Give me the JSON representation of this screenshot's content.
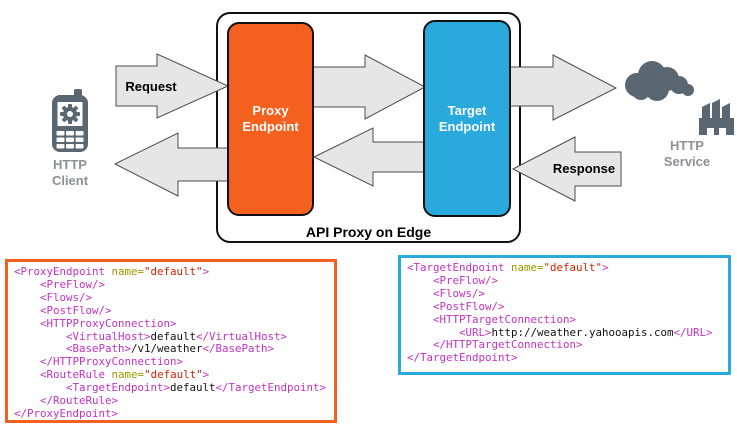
{
  "colors": {
    "orange": "#F4611E",
    "blue": "#29A9DC",
    "icon_gray": "#5A6672",
    "label_gray": "#8C9196",
    "arrow_fill": "#E6E6E6",
    "arrow_stroke": "#4D4D4D",
    "box_stroke": "#111111",
    "code_tag": "#C232C2",
    "code_attr": "#999900",
    "code_value": "#CC2200",
    "code_text": "#111111"
  },
  "icons": {
    "client": "mobile-phone-gear-icon",
    "service": "factory-smoke-cloud-icon"
  },
  "diagram": {
    "container_label": "API Proxy on Edge",
    "request_label": "Request",
    "response_label": "Response",
    "proxy_box": {
      "line1": "Proxy",
      "line2": "Endpoint"
    },
    "target_box": {
      "line1": "Target",
      "line2": "Endpoint"
    },
    "client": {
      "line1": "HTTP",
      "line2": "Client"
    },
    "service": {
      "line1": "HTTP",
      "line2": "Service"
    }
  },
  "code_blocks": {
    "proxy": {
      "lines": [
        [
          [
            "tag",
            "<ProxyEndpoint"
          ],
          [
            "plain",
            " "
          ],
          [
            "attr",
            "name="
          ],
          [
            "val",
            "\"default\""
          ],
          [
            "tag",
            ">"
          ]
        ],
        [
          [
            "plain",
            "    "
          ],
          [
            "tag",
            "<PreFlow/>"
          ]
        ],
        [
          [
            "plain",
            "    "
          ],
          [
            "tag",
            "<Flows/>"
          ]
        ],
        [
          [
            "plain",
            "    "
          ],
          [
            "tag",
            "<PostFlow/>"
          ]
        ],
        [
          [
            "plain",
            "    "
          ],
          [
            "tag",
            "<HTTPProxyConnection>"
          ]
        ],
        [
          [
            "plain",
            "        "
          ],
          [
            "tag",
            "<VirtualHost>"
          ],
          [
            "plain",
            "default"
          ],
          [
            "tag",
            "</VirtualHost>"
          ]
        ],
        [
          [
            "plain",
            "        "
          ],
          [
            "tag",
            "<BasePath>"
          ],
          [
            "plain",
            "/v1/weather"
          ],
          [
            "tag",
            "</BasePath>"
          ]
        ],
        [
          [
            "plain",
            "    "
          ],
          [
            "tag",
            "</HTTPProxyConnection>"
          ]
        ],
        [
          [
            "plain",
            "    "
          ],
          [
            "tag",
            "<RouteRule"
          ],
          [
            "plain",
            " "
          ],
          [
            "attr",
            "name="
          ],
          [
            "val",
            "\"default\""
          ],
          [
            "tag",
            ">"
          ]
        ],
        [
          [
            "plain",
            "        "
          ],
          [
            "tag",
            "<TargetEndpoint>"
          ],
          [
            "plain",
            "default"
          ],
          [
            "tag",
            "</TargetEndpoint>"
          ]
        ],
        [
          [
            "plain",
            "    "
          ],
          [
            "tag",
            "</RouteRule>"
          ]
        ],
        [
          [
            "tag",
            "</ProxyEndpoint>"
          ]
        ]
      ]
    },
    "target": {
      "lines": [
        [
          [
            "tag",
            "<TargetEndpoint"
          ],
          [
            "plain",
            " "
          ],
          [
            "attr",
            "name="
          ],
          [
            "val",
            "\"default\""
          ],
          [
            "tag",
            ">"
          ]
        ],
        [
          [
            "plain",
            "    "
          ],
          [
            "tag",
            "<PreFlow/>"
          ]
        ],
        [
          [
            "plain",
            "    "
          ],
          [
            "tag",
            "<Flows/>"
          ]
        ],
        [
          [
            "plain",
            "    "
          ],
          [
            "tag",
            "<PostFlow/>"
          ]
        ],
        [
          [
            "plain",
            "    "
          ],
          [
            "tag",
            "<HTTPTargetConnection>"
          ]
        ],
        [
          [
            "plain",
            "        "
          ],
          [
            "tag",
            "<URL>"
          ],
          [
            "plain",
            "http://weather.yahooapis.com"
          ],
          [
            "tag",
            "</URL>"
          ]
        ],
        [
          [
            "plain",
            "    "
          ],
          [
            "tag",
            "</HTTPTargetConnection>"
          ]
        ],
        [
          [
            "tag",
            "</TargetEndpoint>"
          ]
        ]
      ]
    }
  }
}
